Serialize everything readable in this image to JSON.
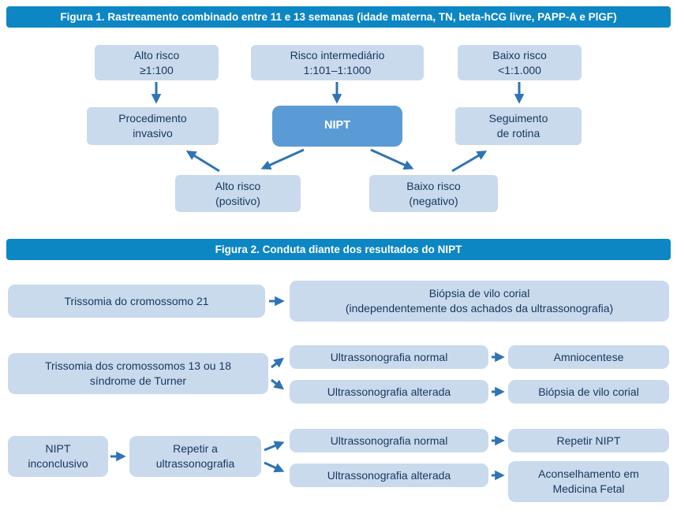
{
  "colors": {
    "header-bg": "#0d86c4",
    "header-text": "#ffffff",
    "box-bg": "#c9daed",
    "nipt-bg": "#5b9bd5",
    "arrow": "#2e74b5",
    "box-text": "#17375e"
  },
  "figure1": {
    "title": "Figura 1. Rastreamento combinado entre 11 e 13 semanas (idade materna, TN, beta-hCG livre, PAPP-A e PlGF)",
    "nodes": {
      "alto_risco": "Alto risco\n≥1:100",
      "risco_intermediario": "Risco intermediário\n1:101–1:1000",
      "baixo_risco": "Baixo risco\n<1:1.000",
      "procedimento_invasivo": "Procedimento\ninvasivo",
      "nipt": "NIPT",
      "seguimento_rotina": "Seguimento\nde rotina",
      "alto_risco_positivo": "Alto risco\n(positivo)",
      "baixo_risco_negativo": "Baixo risco\n(negativo)"
    }
  },
  "figure2": {
    "title": "Figura 2. Conduta diante dos resultados do NIPT",
    "nodes": {
      "trissomia_21": "Trissomia do cromossomo 21",
      "biopsia_independente": "Biópsia de vilo corial\n(independentemente dos achados da ultrassonografia)",
      "trissomia_13_18": "Trissomia dos cromossomos 13 ou 18\nsíndrome de Turner",
      "us_normal_1": "Ultrassonografia normal",
      "us_alterada_1": "Ultrassonografia alterada",
      "amniocentese": "Amniocentese",
      "biopsia_vilo_corial": "Biópsia de vilo corial",
      "nipt_inconclusivo": "NIPT\ninconclusivo",
      "repetir_us": "Repetir a\nultrassonografia",
      "us_normal_2": "Ultrassonografia normal",
      "us_alterada_2": "Ultrassonografia alterada",
      "repetir_nipt": "Repetir NIPT",
      "aconselhamento": "Aconselhamento em\nMedicina Fetal"
    }
  }
}
